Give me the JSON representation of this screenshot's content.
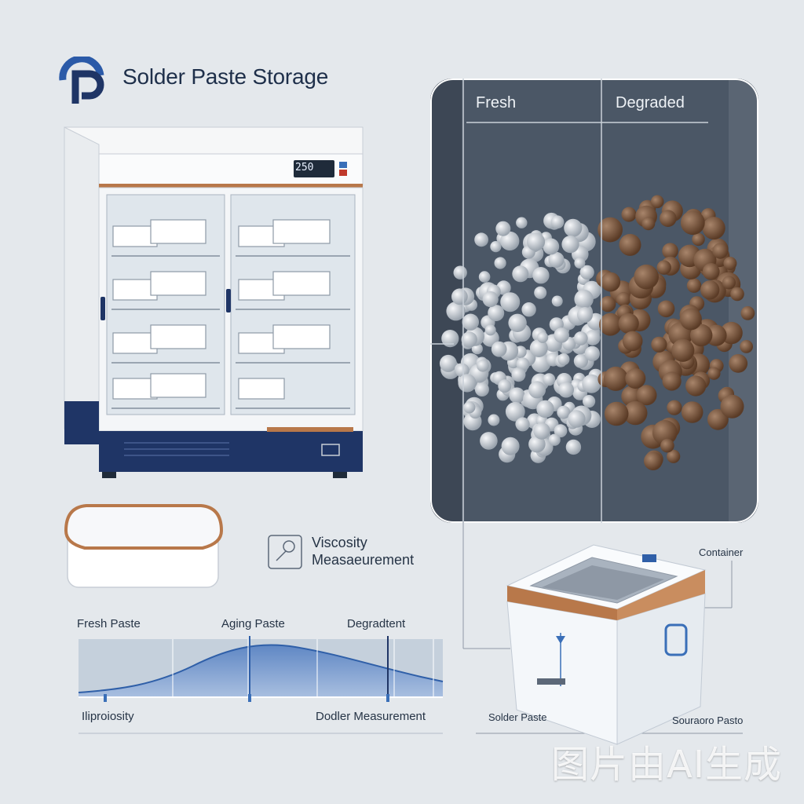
{
  "header": {
    "title": "Solder Paste Storage",
    "logo_icon": "p-logo-icon"
  },
  "cabinet": {
    "display_value": "250"
  },
  "photo": {
    "left_label": "Fresh",
    "right_label": "Degraded"
  },
  "viscosity": {
    "label_line1": "Viscosity",
    "label_line2": "Measaeurement",
    "icon": "viscometer-icon"
  },
  "timeline": {
    "stage_labels": [
      "Fresh Paste",
      "Aging Paste",
      "Degradtent"
    ],
    "bottom_left": "Iliproiosity",
    "bottom_right": "Dodler Measurement"
  },
  "container_callouts": {
    "container": "Container",
    "solder_paste": "Solder Paste",
    "right_bottom": "Souraoro Pasto"
  },
  "watermark": "图片由AI生成",
  "colors": {
    "navy": "#1f3566",
    "copper": "#b8784a",
    "accent_blue": "#3a6fb8",
    "background": "#e4e8ec"
  }
}
